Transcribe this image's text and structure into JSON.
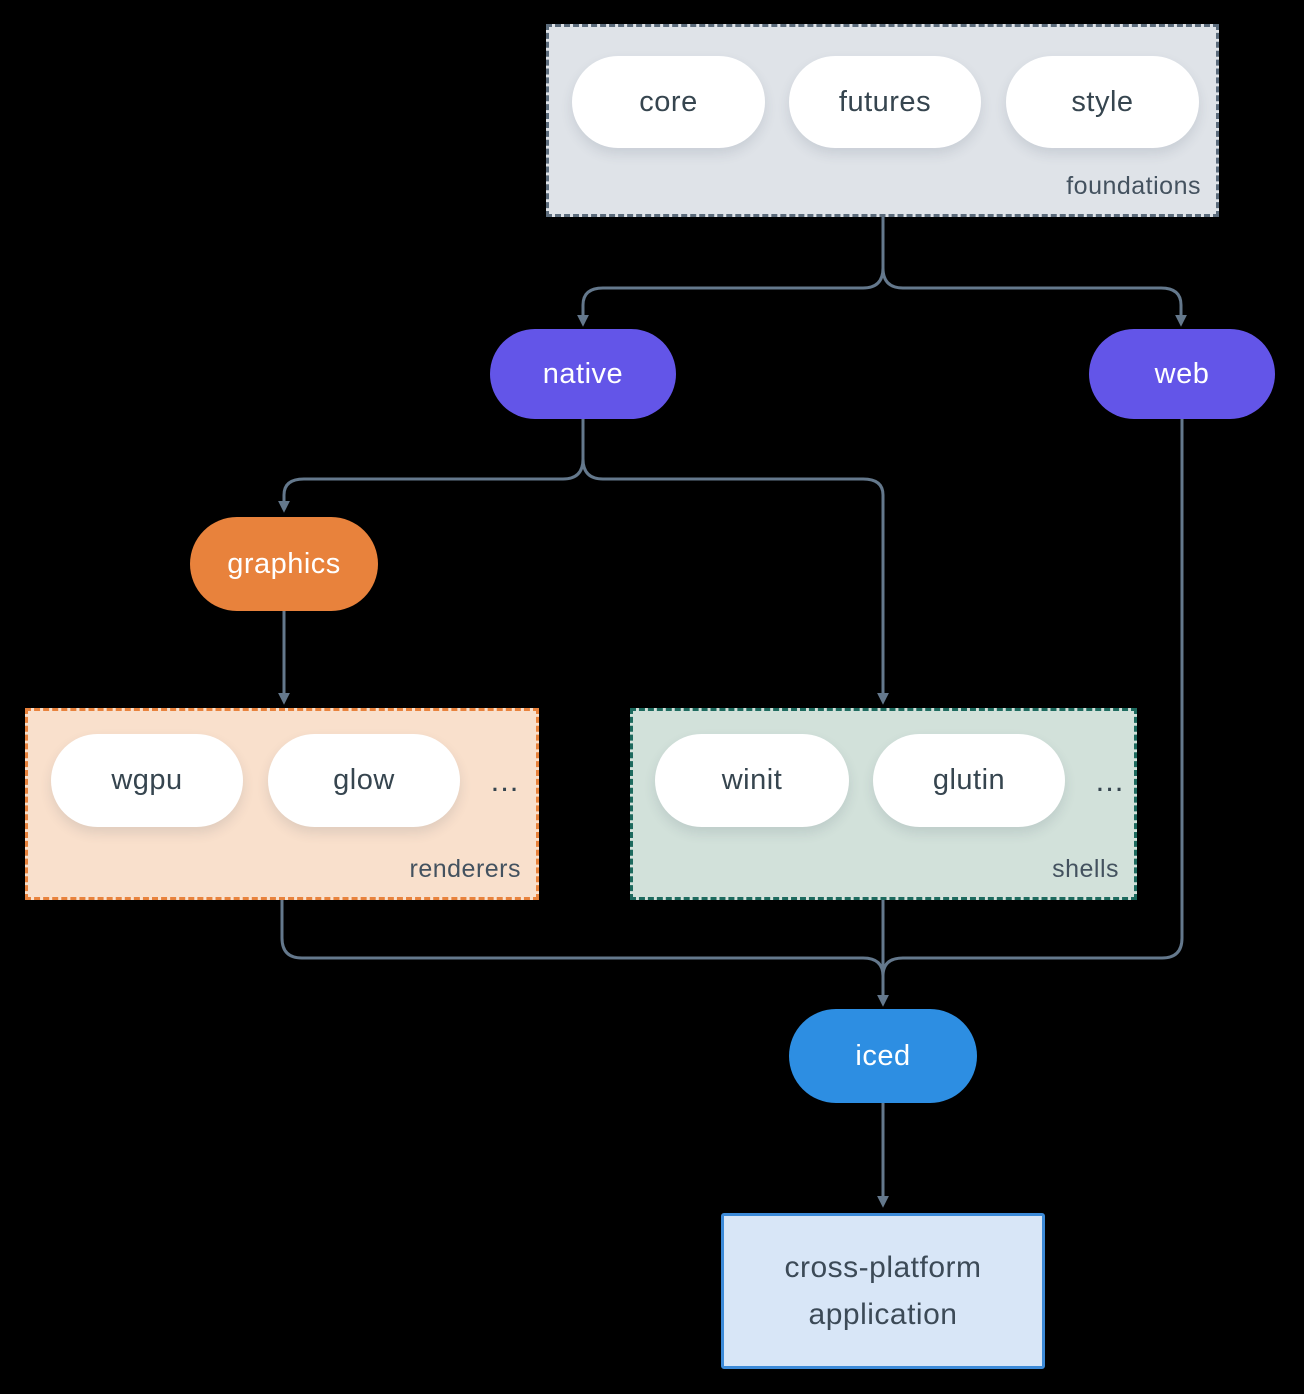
{
  "diagram": {
    "foundations": {
      "label": "foundations",
      "pills": [
        "core",
        "futures",
        "style"
      ]
    },
    "native": {
      "label": "native"
    },
    "web": {
      "label": "web"
    },
    "graphics": {
      "label": "graphics"
    },
    "renderers": {
      "label": "renderers",
      "pills": [
        "wgpu",
        "glow"
      ],
      "more": "..."
    },
    "shells": {
      "label": "shells",
      "pills": [
        "winit",
        "glutin"
      ],
      "more": "..."
    },
    "iced": {
      "label": "iced"
    },
    "application": {
      "line1": "cross-platform",
      "line2": "application"
    }
  },
  "colors": {
    "background": "#000000",
    "connector": "#64788c",
    "foundations_fill": "#dfe3e8",
    "foundations_border": "#5c6c7c",
    "renderers_fill": "#f9e0cc",
    "renderers_border": "#e8823c",
    "shells_fill": "#d2e1da",
    "shells_border": "#1d6a5e",
    "purple": "#6355e8",
    "orange": "#e8823c",
    "blue": "#2d8ee2",
    "app_fill": "#d8e6f7",
    "app_border": "#3c8ad8",
    "pill_text_dark": "#36454f",
    "group_label_text": "#44525f"
  }
}
